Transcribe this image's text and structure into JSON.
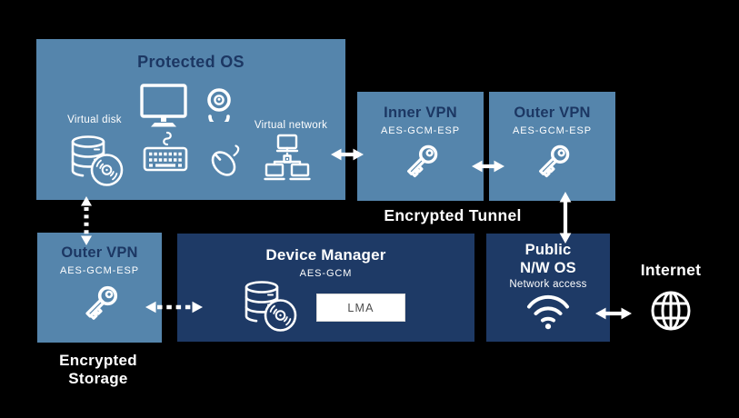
{
  "diagram": {
    "protected_os": {
      "title": "Protected OS",
      "virtual_disk": "Virtual disk",
      "virtual_network": "Virtual network"
    },
    "inner_vpn": {
      "title": "Inner VPN",
      "encryption": "AES-GCM-ESP"
    },
    "outer_vpn_top": {
      "title": "Outer VPN",
      "encryption": "AES-GCM-ESP"
    },
    "outer_vpn_storage": {
      "title": "Outer VPN",
      "encryption": "AES-GCM-ESP"
    },
    "device_manager": {
      "title": "Device Manager",
      "encryption": "AES-GCM",
      "lma": "LMA"
    },
    "public_nw_os": {
      "title_line1": "Public",
      "title_line2": "N/W OS",
      "subtitle": "Network access"
    },
    "captions": {
      "encrypted_tunnel": "Encrypted Tunnel",
      "encrypted_storage_line1": "Encrypted",
      "encrypted_storage_line2": "Storage",
      "internet": "Internet"
    }
  },
  "colors": {
    "background": "#000000",
    "box_blue": "#5585AC",
    "box_navy": "#1E3A66",
    "title_text_navy": "#1C3763",
    "text_white": "#FFFFFF",
    "lma_bg": "#FFFFFF",
    "lma_text": "#4D4D4D"
  },
  "icons": [
    "monitor-icon",
    "webcam-icon",
    "keyboard-icon",
    "mouse-icon",
    "database-disk-icon",
    "virtual-network-icon",
    "key-icon",
    "wifi-icon",
    "globe-icon",
    "arrow-connector"
  ]
}
